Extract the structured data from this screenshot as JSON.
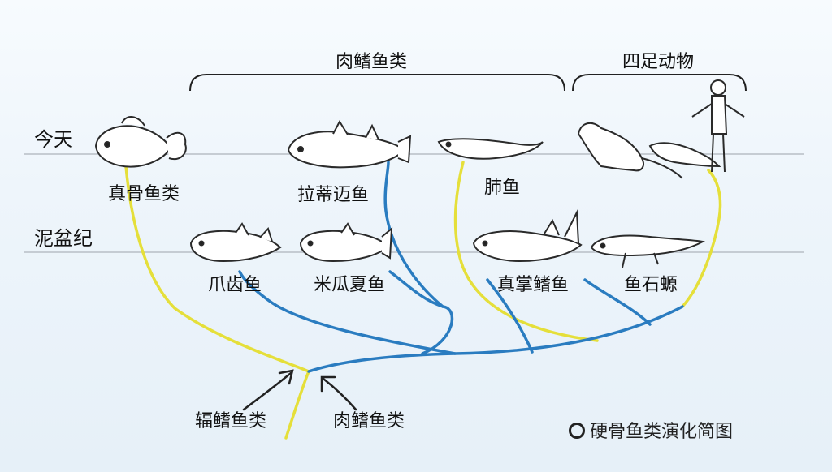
{
  "time_labels": {
    "today": "今天",
    "devonian": "泥盆纪"
  },
  "group_labels": {
    "sarcopterygii": "肉鳍鱼类",
    "tetrapods": "四足动物"
  },
  "taxa": {
    "teleost": "真骨鱼类",
    "coelacanth": "拉蒂迈鱼",
    "lungfish": "肺鱼",
    "onychodus": "爪齿鱼",
    "miguashaia": "米瓜夏鱼",
    "eusthenopteron": "真掌鳍鱼",
    "ichthyostega": "鱼石螈"
  },
  "root_labels": {
    "actinopterygii": "辐鳍鱼类",
    "sarcopterygii": "肉鳍鱼类"
  },
  "caption": "硬骨鱼类演化简图",
  "colors": {
    "actinopterygii_line": "#e5df3a",
    "sarcopterygii_line": "#2a7cc0",
    "time_line": "#b8bec6",
    "outline": "#2a2a2a"
  },
  "icons": [
    "goldfish-icon",
    "coelacanth-icon",
    "lungfish-icon",
    "onychodus-icon",
    "miguashaia-icon",
    "eusthenopteron-icon",
    "ichthyostega-icon",
    "kangaroo-icon",
    "lizard-icon",
    "human-icon"
  ]
}
